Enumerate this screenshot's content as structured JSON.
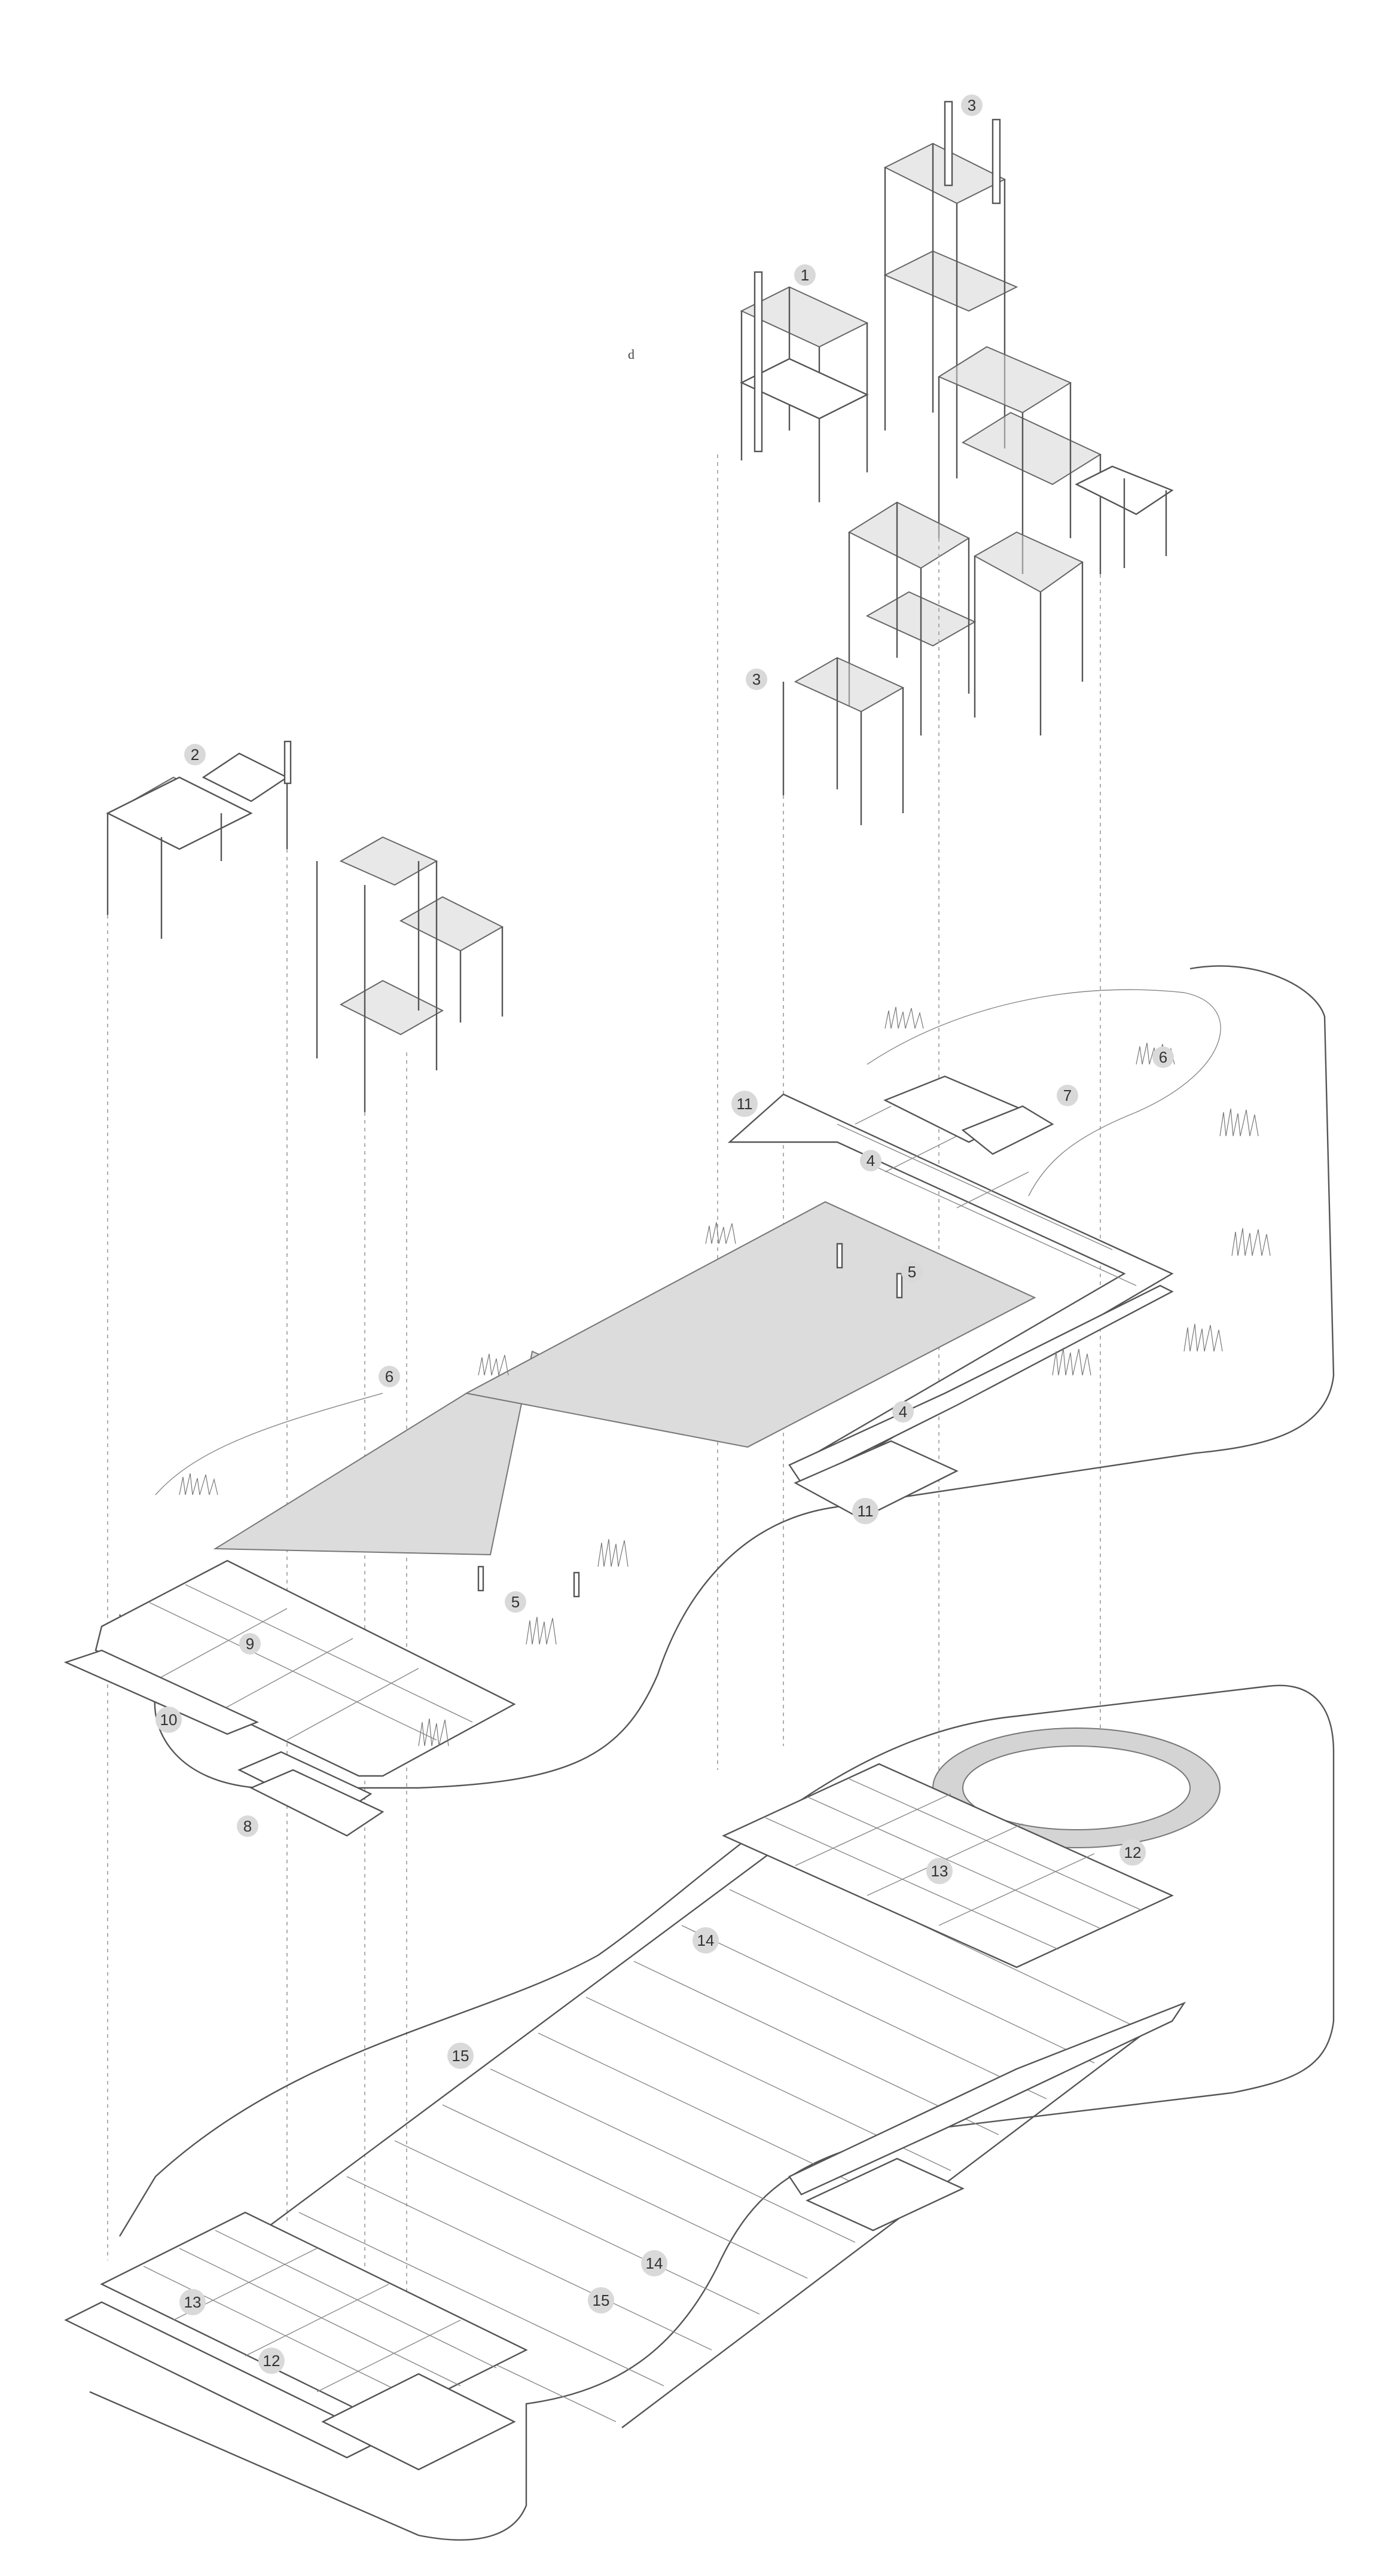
{
  "diagram": {
    "stray_mark": "d",
    "callouts": [
      {
        "id": "c1",
        "label": "1"
      },
      {
        "id": "c3a",
        "label": "3"
      },
      {
        "id": "c3b",
        "label": "3"
      },
      {
        "id": "c2",
        "label": "2"
      },
      {
        "id": "c6a",
        "label": "6"
      },
      {
        "id": "c6b",
        "label": "6"
      },
      {
        "id": "c7",
        "label": "7"
      },
      {
        "id": "c11a",
        "label": "11"
      },
      {
        "id": "c11b",
        "label": "11"
      },
      {
        "id": "c4a",
        "label": "4"
      },
      {
        "id": "c4b",
        "label": "4"
      },
      {
        "id": "c5a",
        "label": "5"
      },
      {
        "id": "c5b",
        "label": "5"
      },
      {
        "id": "c9",
        "label": "9"
      },
      {
        "id": "c10",
        "label": "10"
      },
      {
        "id": "c8",
        "label": "8"
      },
      {
        "id": "c12a",
        "label": "12"
      },
      {
        "id": "c12b",
        "label": "12"
      },
      {
        "id": "c13a",
        "label": "13"
      },
      {
        "id": "c13b",
        "label": "13"
      },
      {
        "id": "c14a",
        "label": "14"
      },
      {
        "id": "c14b",
        "label": "14"
      },
      {
        "id": "c15a",
        "label": "15"
      },
      {
        "id": "c15b",
        "label": "15"
      }
    ],
    "colors": {
      "line": "#555555",
      "fill": "#dcdcdc",
      "badge": "#d9d9d9",
      "background": "#ffffff"
    }
  }
}
